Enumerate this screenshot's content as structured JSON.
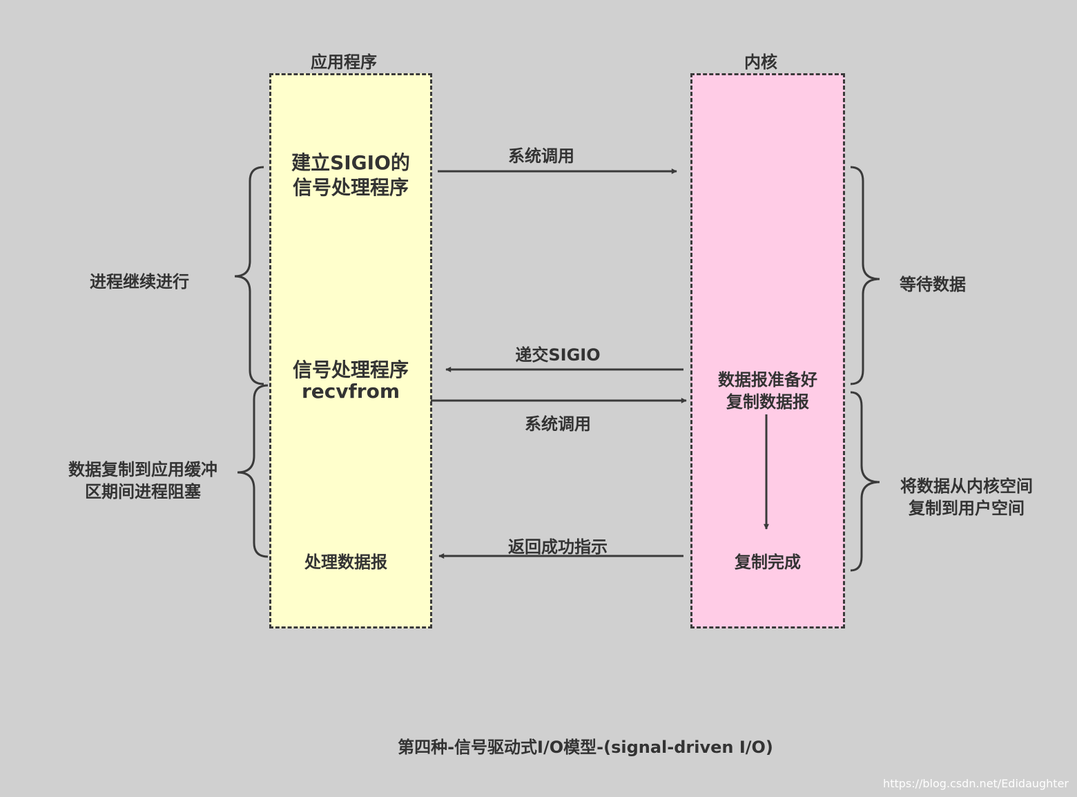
{
  "columns": {
    "app_title": "应用程序",
    "kernel_title": "内核"
  },
  "app_steps": {
    "setup_line1": "建立SIGIO的",
    "setup_line2": "信号处理程序",
    "handler_line1": "信号处理程序",
    "handler_line2": "recvfrom",
    "process": "处理数据报"
  },
  "kernel_steps": {
    "ready_line1": "数据报准备好",
    "ready_line2": "复制数据报",
    "done": "复制完成"
  },
  "arrows": {
    "syscall_1": "系统调用",
    "deliver_sigio": "递交SIGIO",
    "syscall_2": "系统调用",
    "return_ok": "返回成功指示"
  },
  "braces": {
    "left_top": "进程继续进行",
    "left_bottom_line1": "数据复制到应用缓冲",
    "left_bottom_line2": "区期间进程阻塞",
    "right_top": "等待数据",
    "right_bottom_line1": "将数据从内核空间",
    "right_bottom_line2": "复制到用户空间"
  },
  "caption": "第四种-信号驱动式I/O模型-(signal-driven I/O)",
  "watermark": "https://blog.csdn.net/Edidaughter",
  "colors": {
    "background": "#d0d0d0",
    "app_fill": "#ffffcc",
    "kernel_fill": "#ffcce6",
    "ink": "#333333"
  }
}
